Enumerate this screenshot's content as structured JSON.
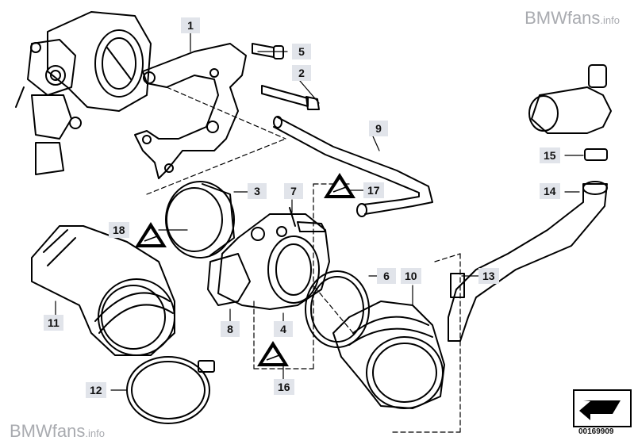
{
  "watermark": {
    "brand": "BMWfans",
    "suffix": ".info"
  },
  "reference_number": "00169909",
  "callouts": [
    {
      "id": "c1",
      "label": "1"
    },
    {
      "id": "c2",
      "label": "2"
    },
    {
      "id": "c3",
      "label": "3"
    },
    {
      "id": "c4",
      "label": "4"
    },
    {
      "id": "c5",
      "label": "5"
    },
    {
      "id": "c6",
      "label": "6"
    },
    {
      "id": "c7",
      "label": "7"
    },
    {
      "id": "c8",
      "label": "8"
    },
    {
      "id": "c9",
      "label": "9"
    },
    {
      "id": "c10",
      "label": "10"
    },
    {
      "id": "c11",
      "label": "11"
    },
    {
      "id": "c12",
      "label": "12"
    },
    {
      "id": "c13",
      "label": "13"
    },
    {
      "id": "c14",
      "label": "14"
    },
    {
      "id": "c15",
      "label": "15"
    },
    {
      "id": "c16",
      "label": "16"
    },
    {
      "id": "c17",
      "label": "17"
    },
    {
      "id": "c18",
      "label": "18"
    }
  ]
}
